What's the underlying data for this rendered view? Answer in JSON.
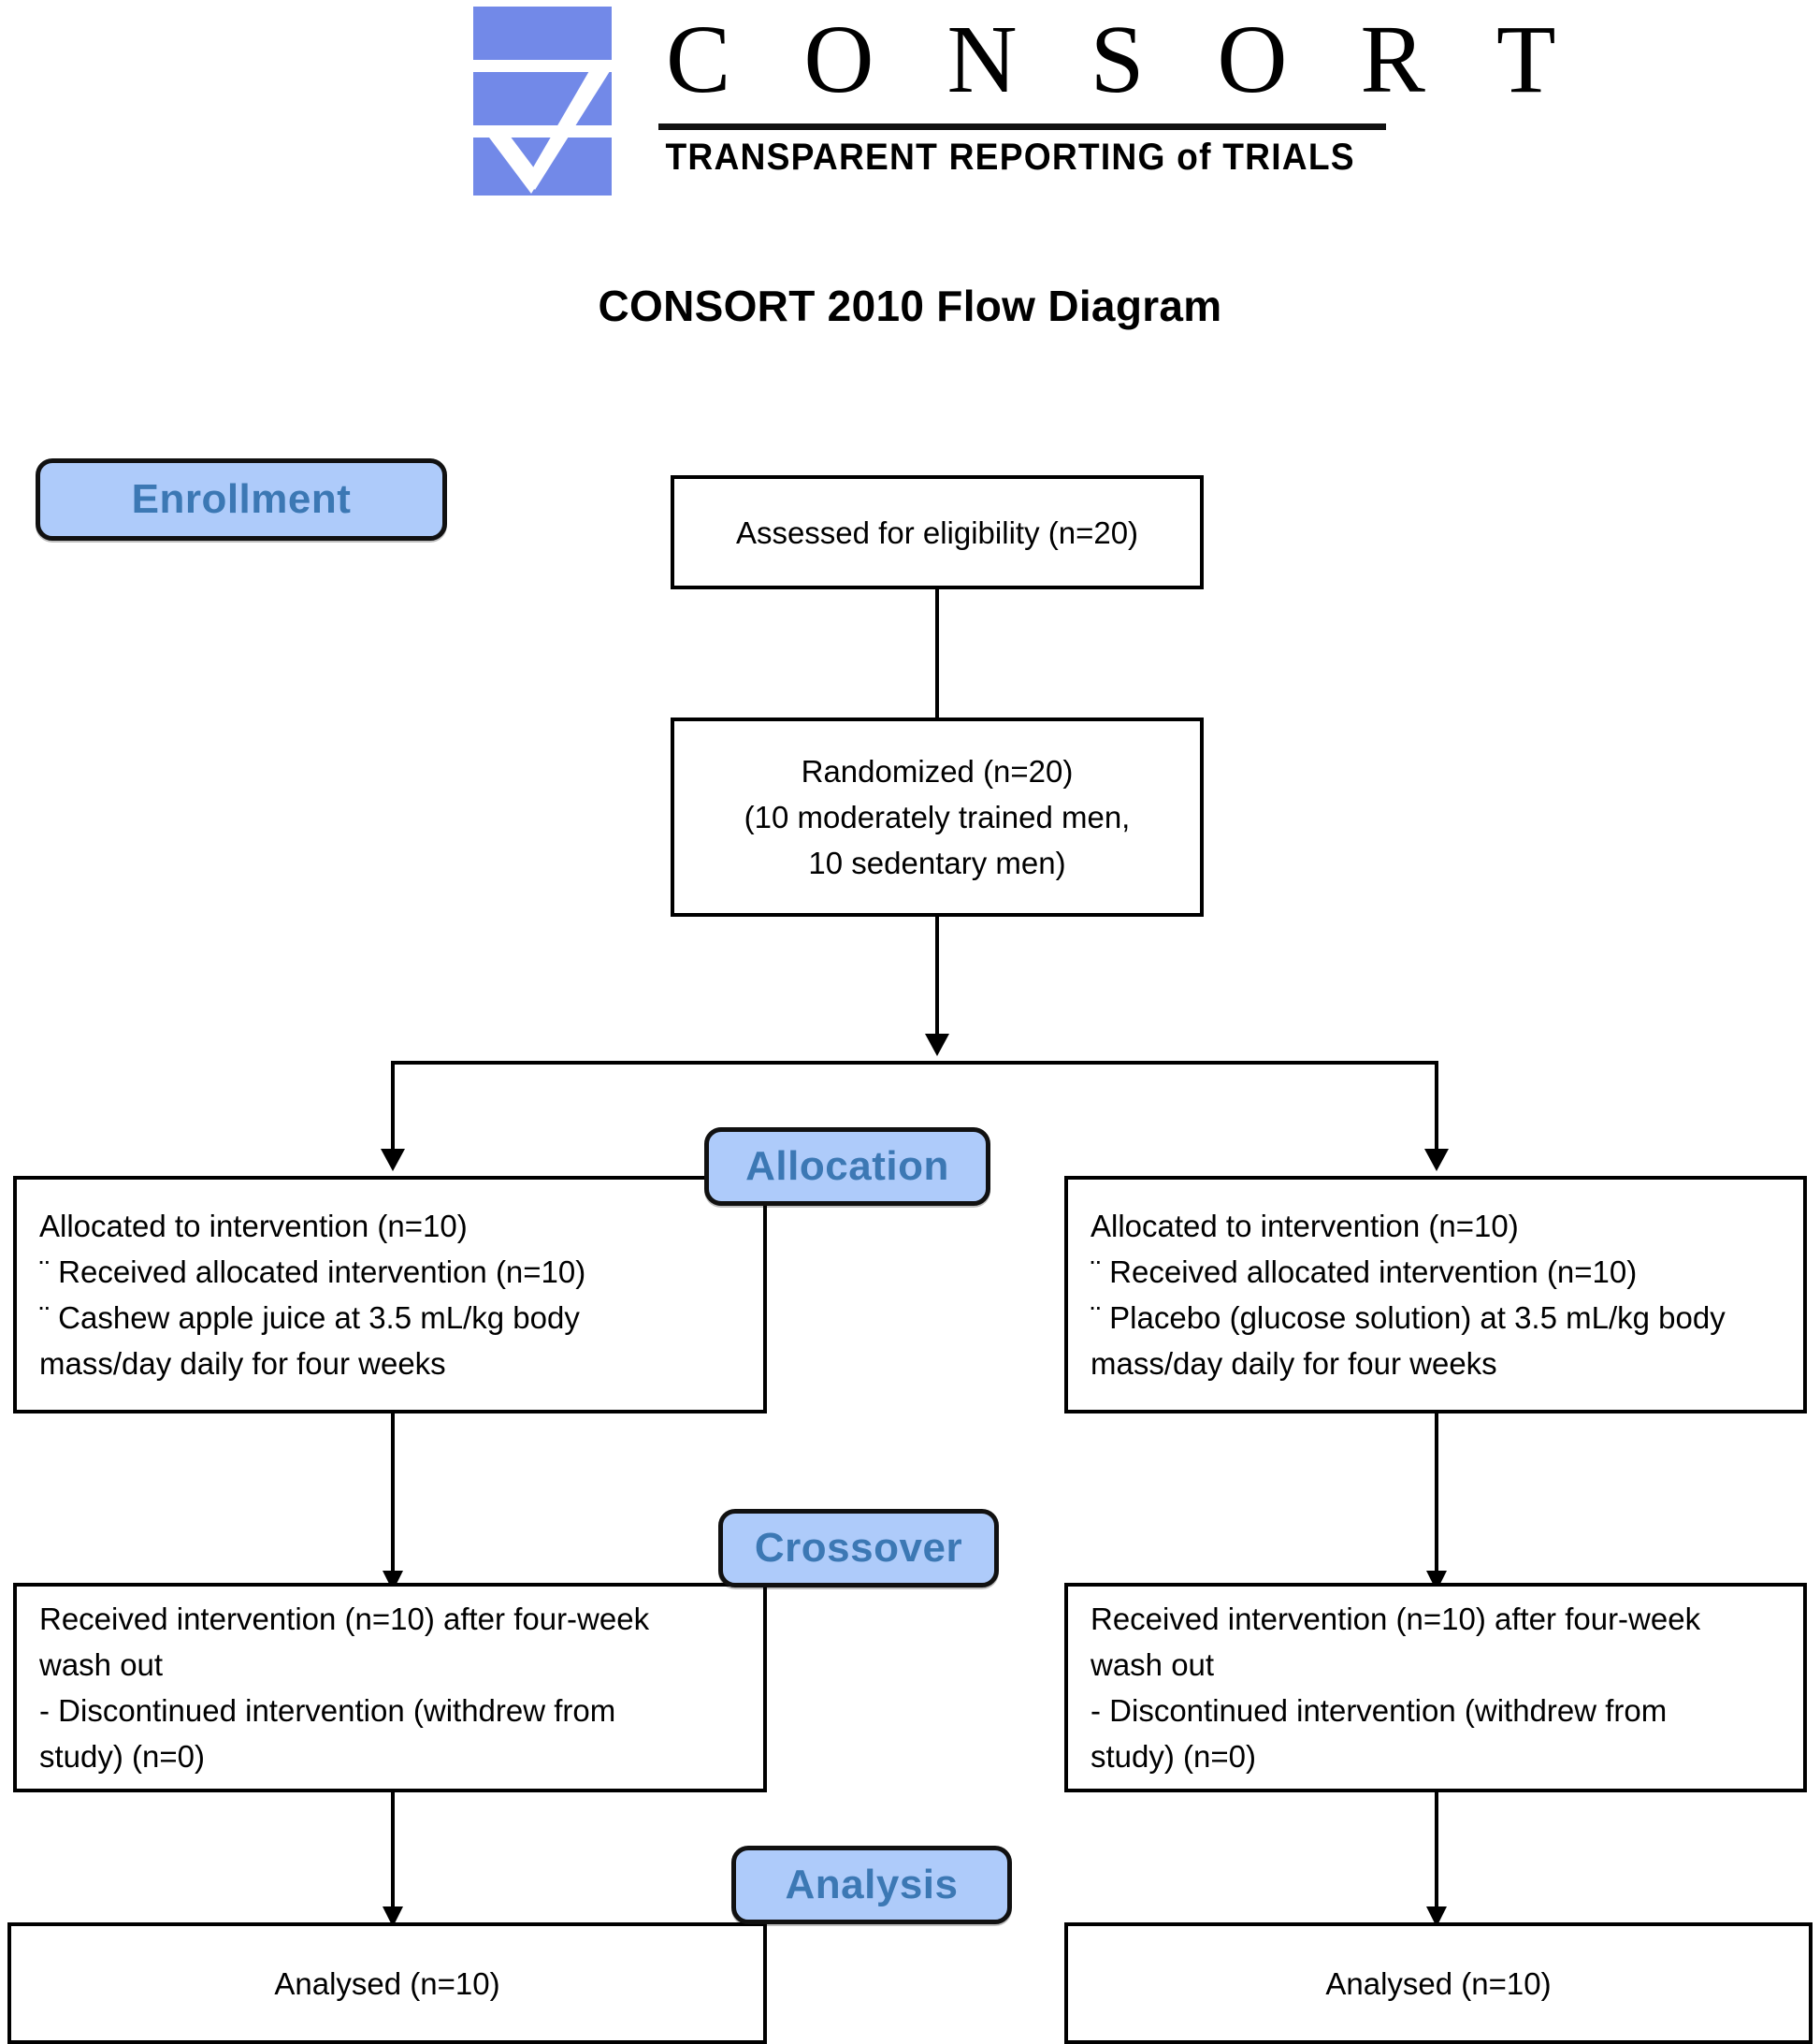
{
  "logo": {
    "wordmark": "C O N S O R T",
    "tagline": "TRANSPARENT REPORTING of TRIALS",
    "mark_color": "#7289e8"
  },
  "title": "CONSORT 2010 Flow Diagram",
  "colors": {
    "stage_fill": "#aecbfa",
    "stage_text": "#3c78b4",
    "stage_border": "#111111",
    "box_border": "#000000",
    "box_fill": "#ffffff",
    "connector": "#000000"
  },
  "stages": {
    "enrollment": "Enrollment",
    "allocation": "Allocation",
    "crossover": "Crossover",
    "analysis": "Analysis"
  },
  "boxes": {
    "eligibility": "Assessed for eligibility (n=20)",
    "randomized": {
      "line1": "Randomized  (n=20)",
      "line2": "(10 moderately trained men,",
      "line3": "10 sedentary men)"
    },
    "allocation_left": {
      "line1": "Allocated to intervention (n=10)",
      "line2": "¨ Received allocated intervention (n=10)",
      "line3": "¨ Cashew apple juice at 3.5 mL/kg body",
      "line4": "mass/day daily for four weeks"
    },
    "allocation_right": {
      "line1": "Allocated to intervention (n=10)",
      "line2": "¨ Received allocated intervention (n=10)",
      "line3": "¨ Placebo (glucose solution) at 3.5 mL/kg body",
      "line4": "mass/day daily for four weeks"
    },
    "crossover_left": {
      "line1": "Received intervention (n=10) after four-week",
      "line2": "wash out",
      "line3": "- Discontinued intervention (withdrew from",
      "line4": "study) (n=0)"
    },
    "crossover_right": {
      "line1": "Received intervention (n=10) after four-week",
      "line2": "wash out",
      "line3": "- Discontinued intervention (withdrew from",
      "line4": "study) (n=0)"
    },
    "analysis_left": "Analysed (n=10)",
    "analysis_right": "Analysed (n=10)"
  }
}
